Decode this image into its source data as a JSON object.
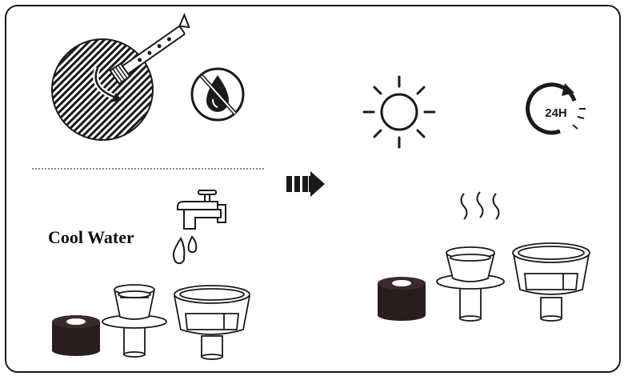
{
  "left_panel": {
    "rinse_label": "Cool Water",
    "icons": [
      "brush-cleaning-icon",
      "no-detergent-icon",
      "faucet-icon",
      "water-drops-icon"
    ],
    "parts": [
      "foam-filter",
      "filter-basket-small",
      "filter-cup-large"
    ]
  },
  "right_panel": {
    "dry_hours_badge": "24H",
    "icons": [
      "sun-icon",
      "clock-24h-icon",
      "steam-icon"
    ],
    "parts": [
      "foam-filter",
      "filter-basket-small",
      "filter-cup-large"
    ]
  },
  "colors": {
    "ink": "#1a1a1a",
    "foam": "#2a1d1f",
    "background": "#ffffff"
  }
}
